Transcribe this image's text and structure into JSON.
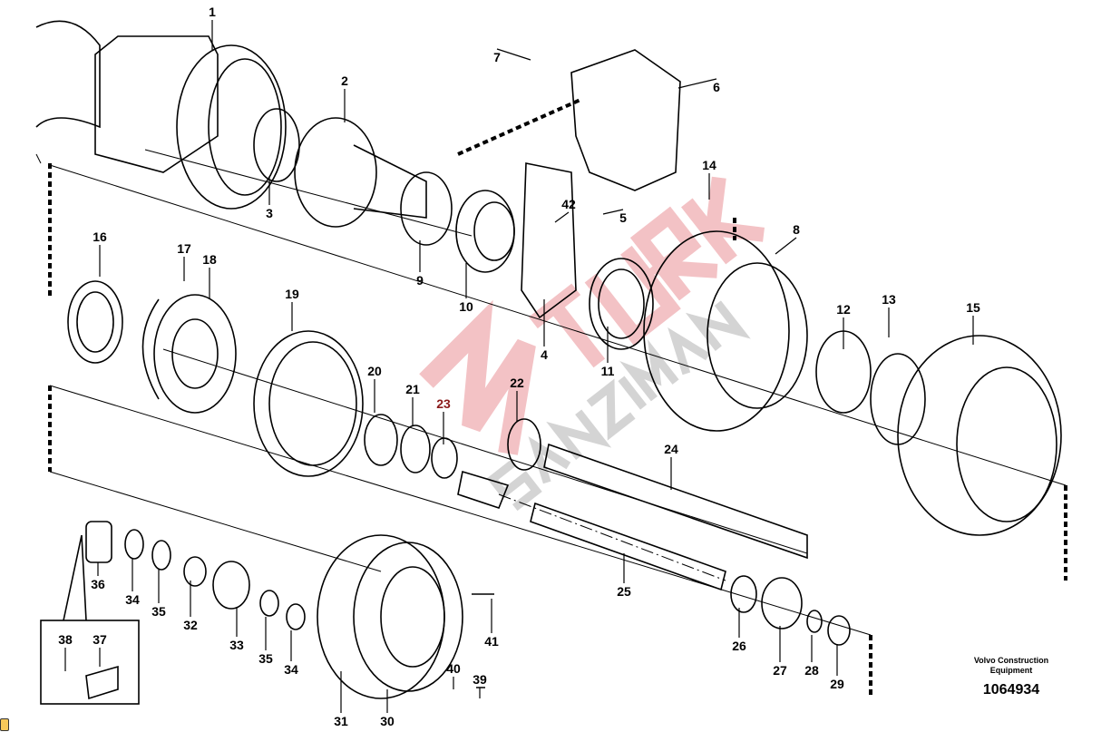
{
  "callouts": [
    "1",
    "2",
    "3",
    "4",
    "5",
    "6",
    "7",
    "8",
    "9",
    "10",
    "11",
    "12",
    "13",
    "14",
    "15",
    "16",
    "17",
    "18",
    "19",
    "20",
    "21",
    "22",
    "23",
    "24",
    "25",
    "26",
    "27",
    "28",
    "29",
    "30",
    "31",
    "32",
    "33",
    "34",
    "34",
    "35",
    "35",
    "36",
    "37",
    "38",
    "39",
    "40",
    "41",
    "42"
  ],
  "caption": {
    "manufacturer": "Volvo Construction Equipment",
    "drawing_number": "1064934"
  },
  "watermark": {
    "line1": "TURK",
    "line2": "SANZIMAN"
  },
  "colors": {
    "watermark": "#e8868c",
    "watermark_gray": "#b0b0b0",
    "ink": "#000000"
  }
}
